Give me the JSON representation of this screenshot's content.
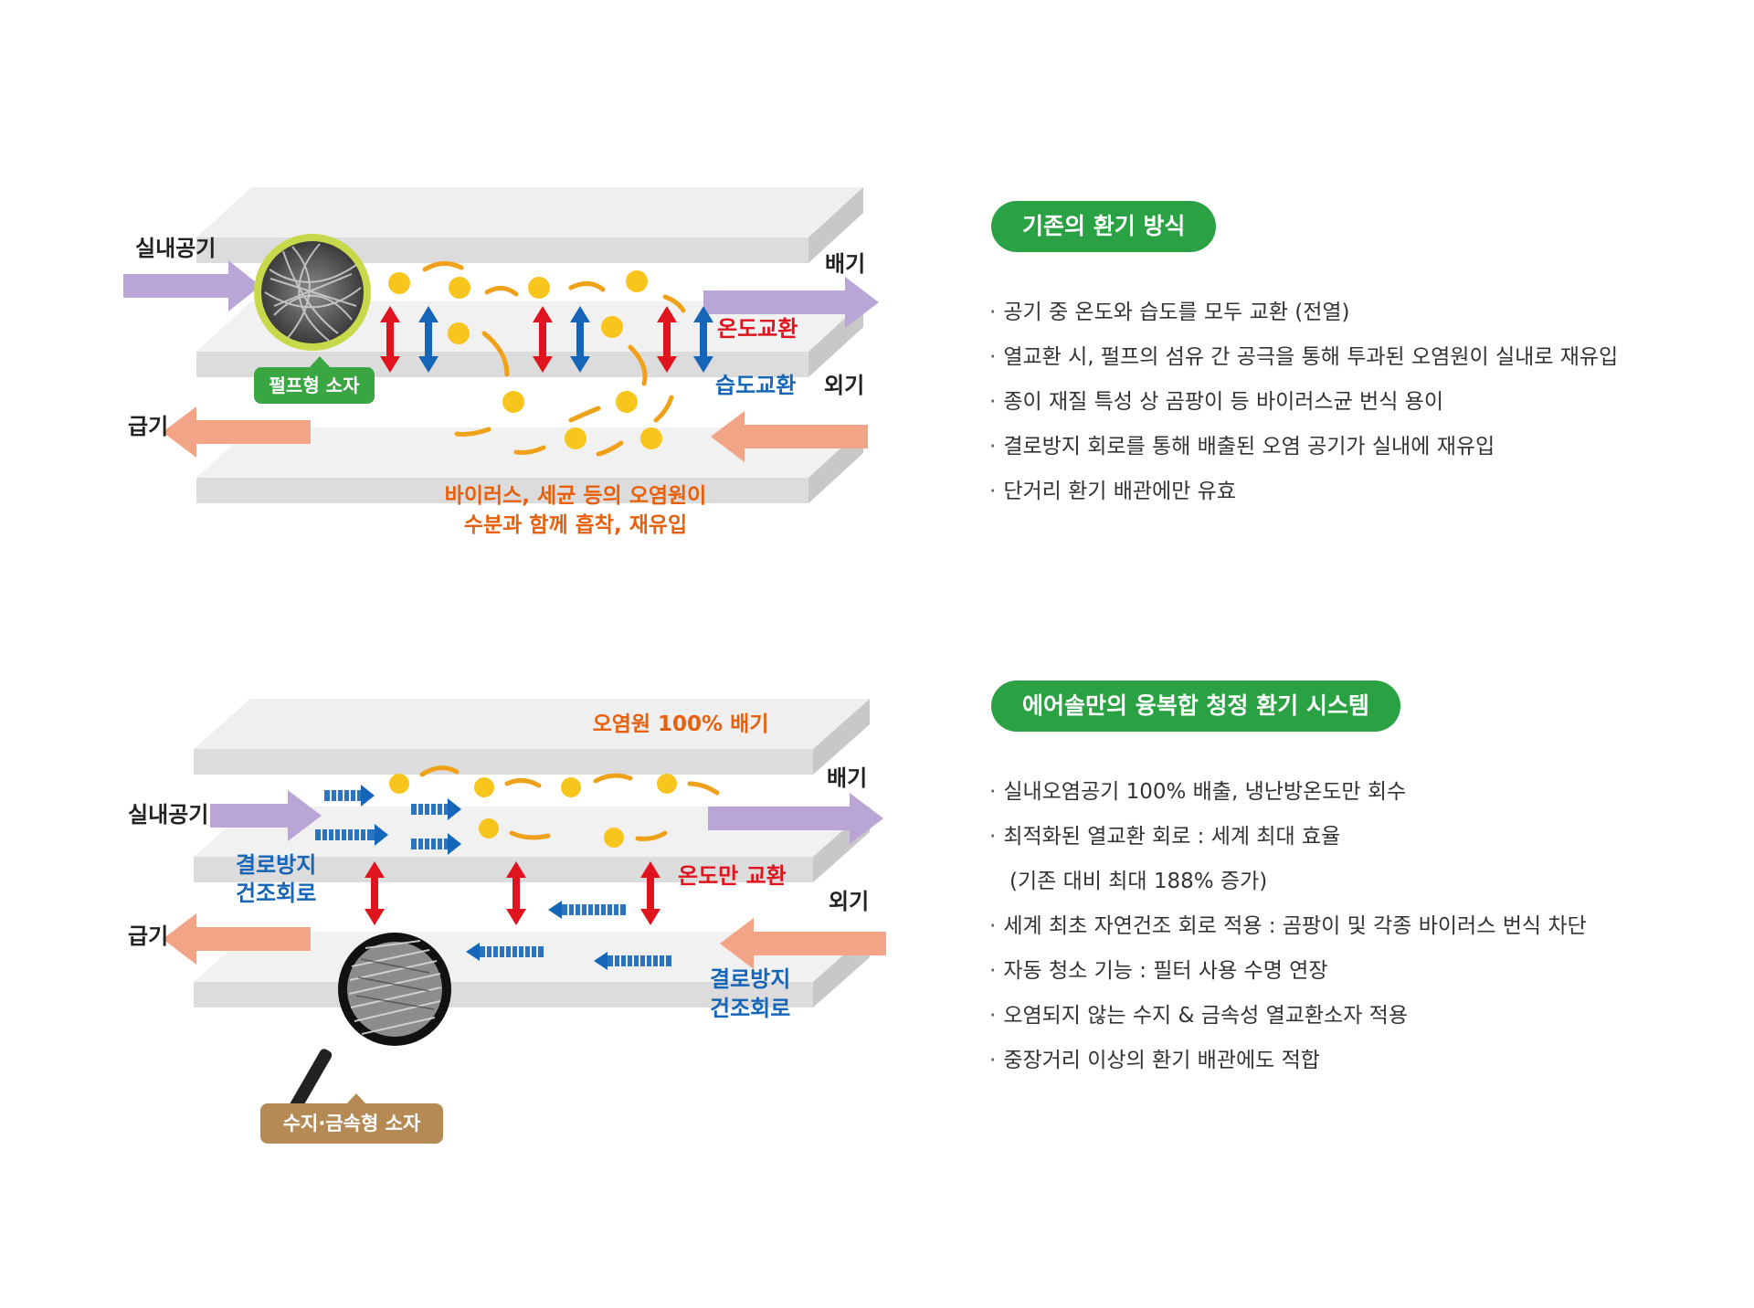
{
  "top": {
    "title": "기존의 환기 방식",
    "labels": {
      "indoor": "실내공기",
      "exhaust": "배기",
      "outdoor": "외기",
      "supply": "급기",
      "temp_exchange": "온도교환",
      "humid_exchange": "습도교환",
      "element_badge": "펄프형 소자",
      "warning_line1": "바이러스, 세균 등의 오염원이",
      "warning_line2": "수분과 함께 흡착, 재유입"
    },
    "bullets": [
      "공기 중 온도와 습도를 모두 교환 (전열)",
      "열교환 시, 펄프의 섬유 간 공극을 통해 투과된 오염원이 실내로 재유입",
      "종이 재질 특성 상 곰팡이 등 바이러스균 번식 용이",
      "결로방지 회로를 통해 배출된 오염 공기가 실내에 재유입",
      "단거리 환기 배관에만 유효"
    ]
  },
  "bottom": {
    "title": "에어솔만의 융복합 청정 환기 시스템",
    "labels": {
      "pollutant_exhaust": "오염원 100% 배기",
      "indoor": "실내공기",
      "exhaust": "배기",
      "outdoor": "외기",
      "supply": "급기",
      "temp_only": "온도만 교환",
      "anti_condense_l1": "결로방지",
      "anti_condense_l2": "건조회로",
      "element_badge": "수지·금속형 소자"
    },
    "bullets": [
      {
        "text": "실내오염공기 100% 배출, 냉난방온도만 회수",
        "bullet": true
      },
      {
        "text": "최적화된 열교환 회로 : 세계 최대 효율",
        "bullet": true
      },
      {
        "text": "(기존 대비 최대 188% 증가)",
        "bullet": false
      },
      {
        "text": "세계 최초 자연건조 회로 적용 : 곰팡이 및 각종 바이러스 번식 차단",
        "bullet": true
      },
      {
        "text": "자동 청소 기능 : 필터 사용 수명 연장",
        "bullet": true
      },
      {
        "text": "오염되지 않는 수지 & 금속성 열교환소자 적용",
        "bullet": true
      },
      {
        "text": "중장거리 이상의 환기 배관에도 적합",
        "bullet": true
      }
    ]
  },
  "bullet_char": "·",
  "colors": {
    "green": "#2aa243",
    "purple_arrow": "#b9a6d6",
    "orange_arrow": "#f2a487",
    "red": "#e0141e",
    "blue": "#1565b8",
    "orange_text": "#e8600c",
    "dot_yellow": "#f7c51c",
    "badge_brown": "#b58a55"
  }
}
